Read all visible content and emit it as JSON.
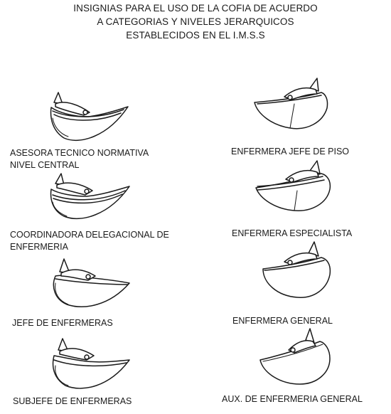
{
  "title": {
    "line1": "INSIGNIAS PARA EL USO DE LA COFIA DE ACUERDO",
    "line2": "A CATEGORIAS Y NIVELES JERARQUICOS",
    "line3": "ESTABLECIDOS EN EL I.M.S.S"
  },
  "insignias": [
    {
      "label_lines": [
        "ASESORA TECNICO NORMATIVA",
        "NIVEL CENTRAL"
      ]
    },
    {
      "label_lines": [
        "ENFERMERA JEFE DE PISO"
      ]
    },
    {
      "label_lines": [
        "COORDINADORA DELEGACIONAL DE",
        "ENFERMERIA"
      ]
    },
    {
      "label_lines": [
        "ENFERMERA ESPECIALISTA"
      ]
    },
    {
      "label_lines": [
        "JEFE DE ENFERMERAS"
      ]
    },
    {
      "label_lines": [
        "ENFERMERA GENERAL"
      ]
    },
    {
      "label_lines": [
        "SUBJEFE DE ENFERMERAS"
      ]
    },
    {
      "label_lines": [
        "AUX. DE ENFERMERIA GENERAL"
      ]
    }
  ]
}
